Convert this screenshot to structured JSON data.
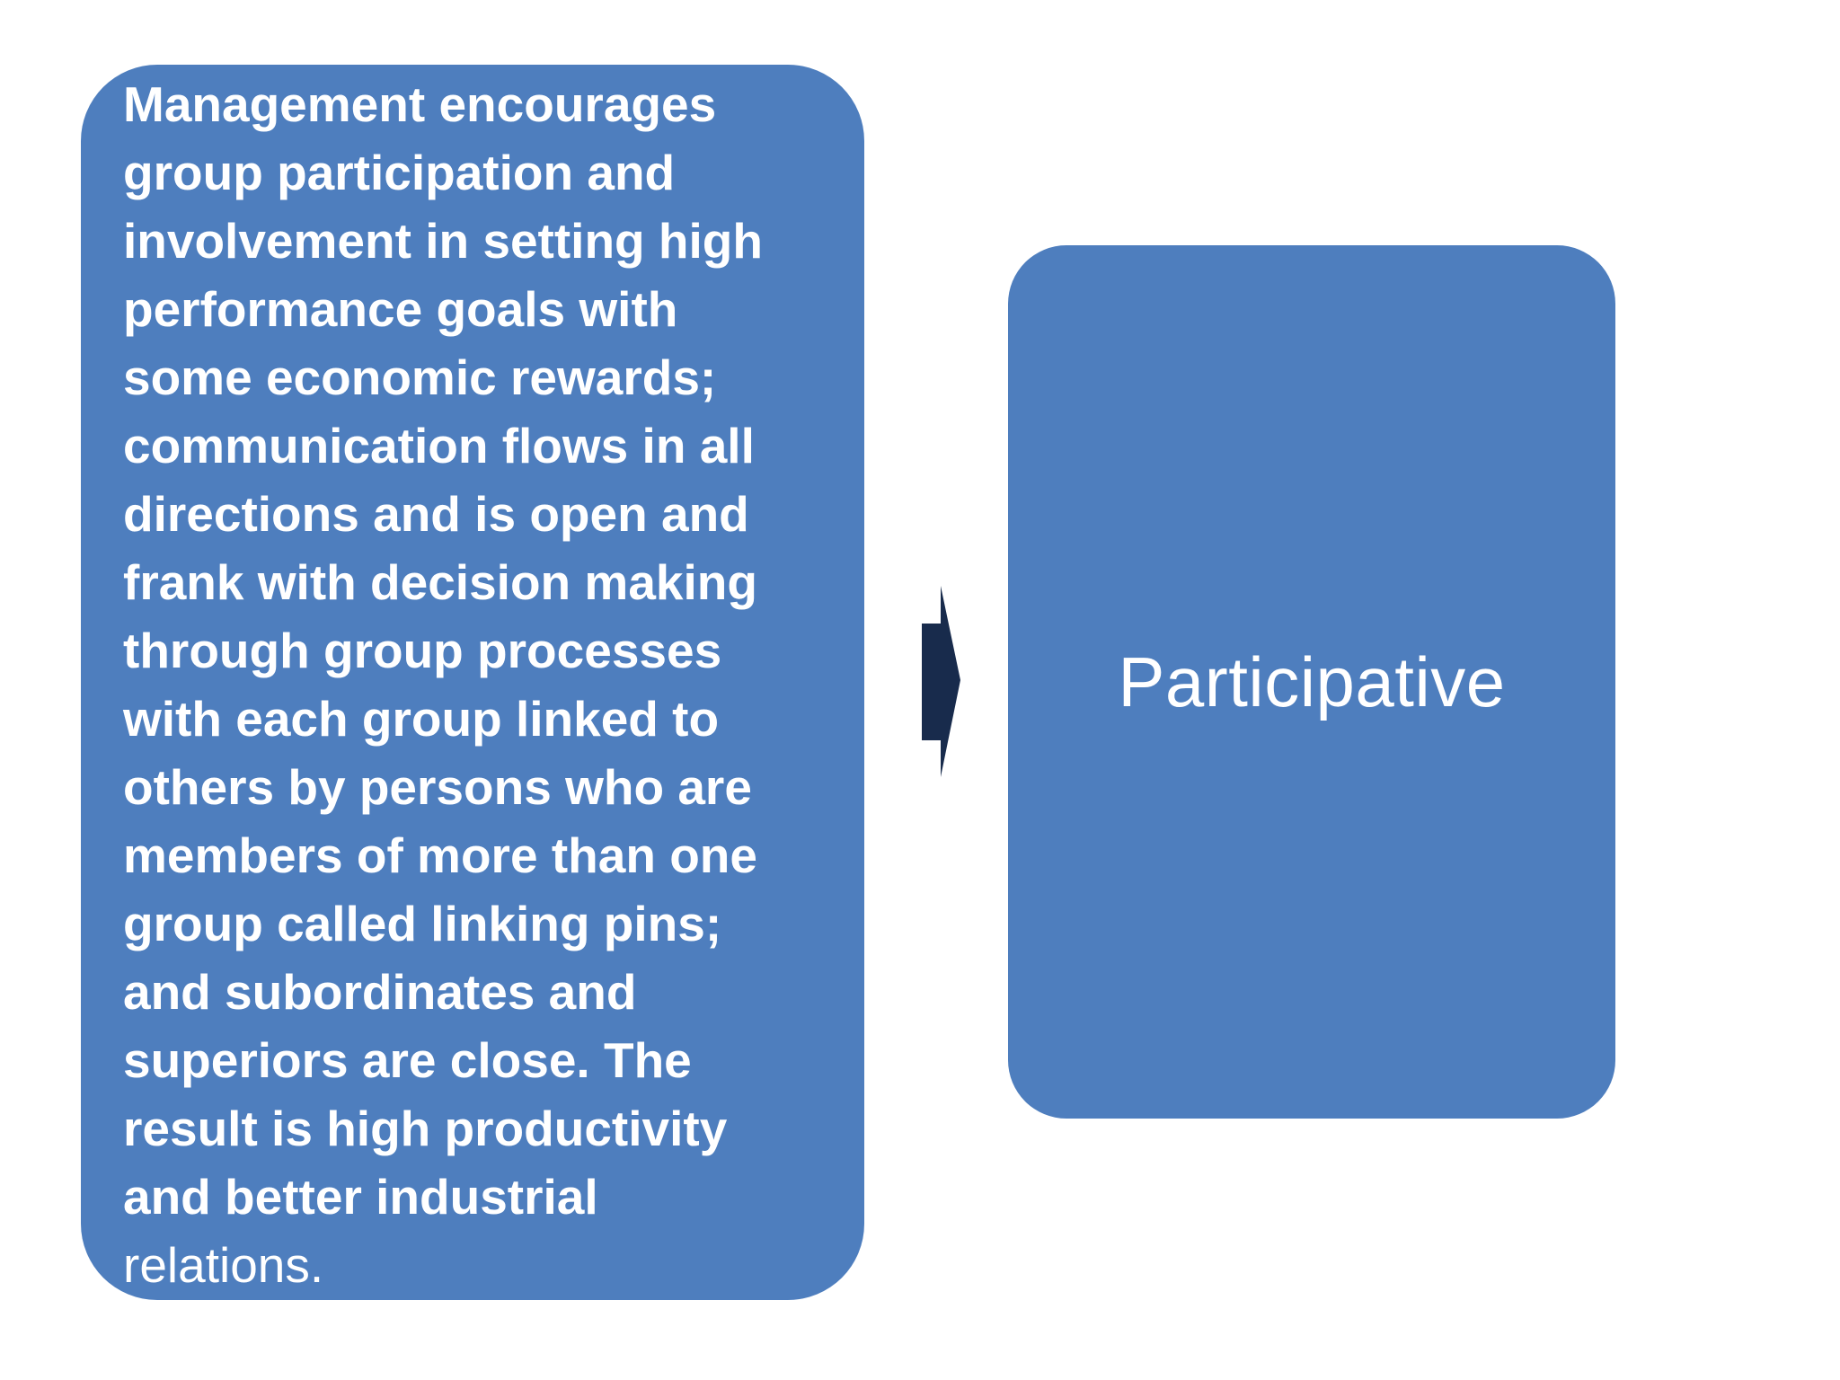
{
  "left_box": {
    "text_bold": "Management encourages\ngroup participation and\ninvolvement in setting high\nperformance goals with\nsome economic rewards;\ncommunication flows in all\ndirections and is open and\nfrank with decision making\nthrough group processes\nwith each group linked to\nothers by persons who are\nmembers of more than one\ngroup called linking pins;\nand subordinates and\nsuperiors are close. The\nresult is high productivity\nand better industrial",
    "text_regular": "relations."
  },
  "right_box": {
    "label": "Participative"
  },
  "arrow": {
    "icon": "right-arrow-icon",
    "direction": "right"
  },
  "colors": {
    "box_blue": "#4E7EBE",
    "arrow_navy": "#182B4C",
    "text_white": "#FFFFFF",
    "background": "#FFFFFF"
  }
}
